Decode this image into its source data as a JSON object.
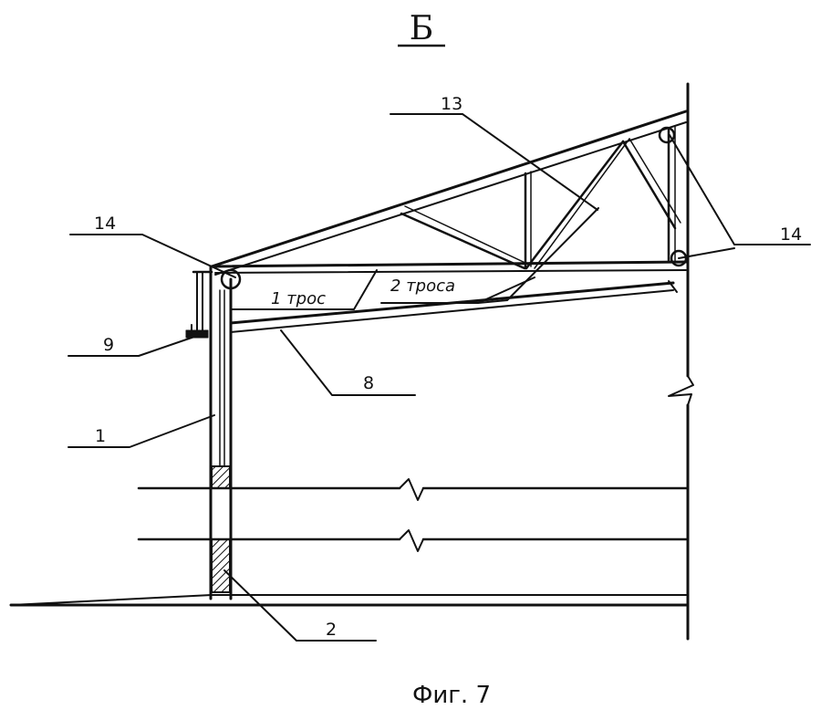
{
  "figure": {
    "view_label": "Б",
    "caption": "Фиг. 7"
  },
  "labels": {
    "item_13": "13",
    "item_14_left": "14",
    "item_14_right": "14",
    "item_9": "9",
    "item_8": "8",
    "item_1": "1",
    "item_2": "2",
    "cable_1": "1 трос",
    "cable_2": "2 троса"
  }
}
